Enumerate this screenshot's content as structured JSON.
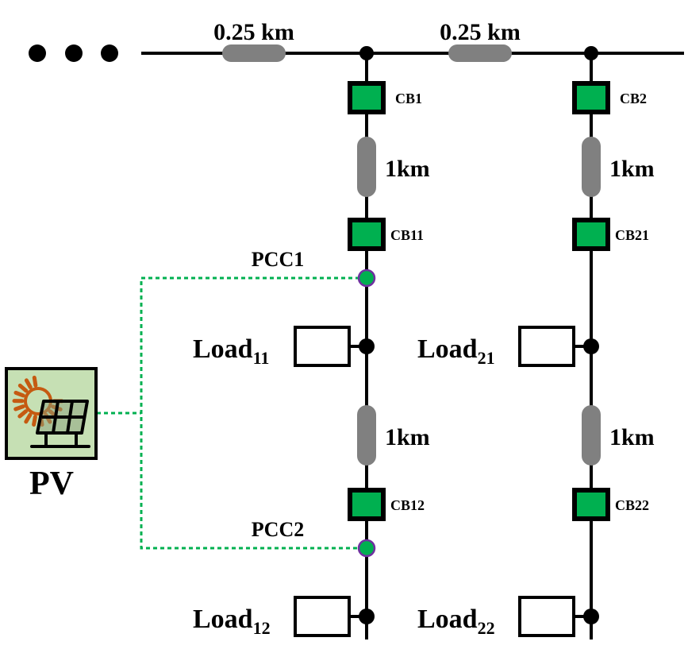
{
  "colors": {
    "line": "#000000",
    "segment": "#808080",
    "breaker": "#00b050",
    "pcc_stroke": "#7030a0",
    "tie": "#00b050",
    "pv_bg": "#c6e0b4",
    "sun": "#c55a11"
  },
  "bus": {
    "segment_labels": [
      "0.25 km",
      "0.25 km"
    ]
  },
  "feeders": [
    {
      "breakers": [
        "CB1",
        "CB11",
        "CB12"
      ],
      "segments": [
        "1km",
        "1km"
      ],
      "pcc": [
        "PCC1",
        "PCC2"
      ],
      "loads": [
        {
          "name": "Load",
          "sub": "11"
        },
        {
          "name": "Load",
          "sub": "12"
        }
      ]
    },
    {
      "breakers": [
        "CB2",
        "CB21",
        "CB22"
      ],
      "segments": [
        "1km",
        "1km"
      ],
      "loads": [
        {
          "name": "Load",
          "sub": "21"
        },
        {
          "name": "Load",
          "sub": "22"
        }
      ]
    }
  ],
  "pv": {
    "label": "PV",
    "icon": "solar-panel-sun-icon"
  }
}
